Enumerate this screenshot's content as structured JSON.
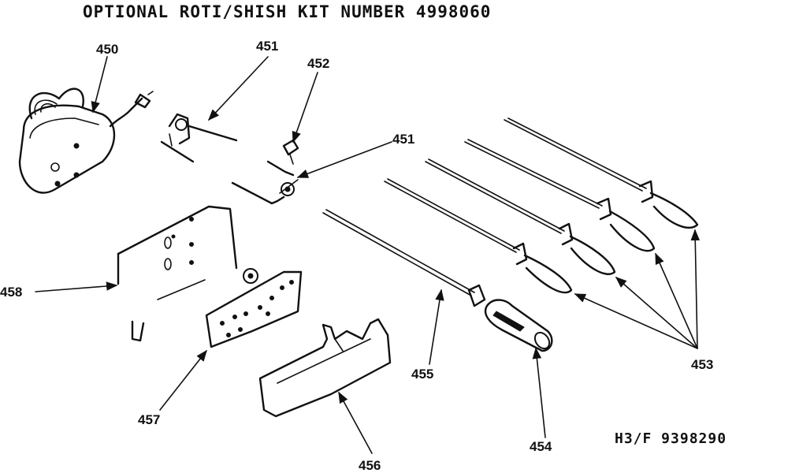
{
  "title": "OPTIONAL ROTI/SHISH KIT NUMBER 4998060",
  "diagram_code": "H3/F 9398290",
  "callouts": {
    "c450": "450",
    "c451a": "451",
    "c451b": "451",
    "c452": "452",
    "c453": "453",
    "c454": "454",
    "c455": "455",
    "c456": "456",
    "c457": "457",
    "c458": "458"
  }
}
